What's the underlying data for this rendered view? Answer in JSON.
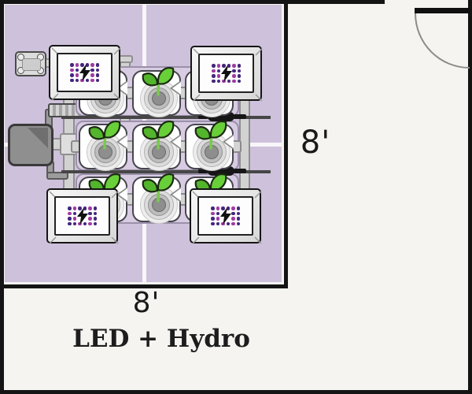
{
  "labels": {
    "room_width": "8'",
    "room_depth": "8'",
    "caption": "LED + Hydro"
  },
  "equipment": {
    "led_panel_count": 4,
    "plant_site_count": 9,
    "items": [
      "led-panel",
      "plant-site",
      "nutrient-reservoir",
      "air-pump",
      "led-driver",
      "irrigation-pipes",
      "power-cables",
      "door"
    ]
  },
  "colors": {
    "tent_purple": "#cec1db",
    "leaf_light": "#68cf39",
    "leaf_dark": "#53b52c",
    "stem_green": "#7ac94e",
    "leaf_outline": "#1c2a12",
    "dot_indigo": "#44267e",
    "dot_magenta": "#a13ba2",
    "bolt_black": "#101010",
    "wall_black": "#141414",
    "floor": "#f5f4f1"
  },
  "led_dot_pattern": [
    "imiimi",
    "mi..ii",
    "im..mi",
    "iimimi"
  ]
}
